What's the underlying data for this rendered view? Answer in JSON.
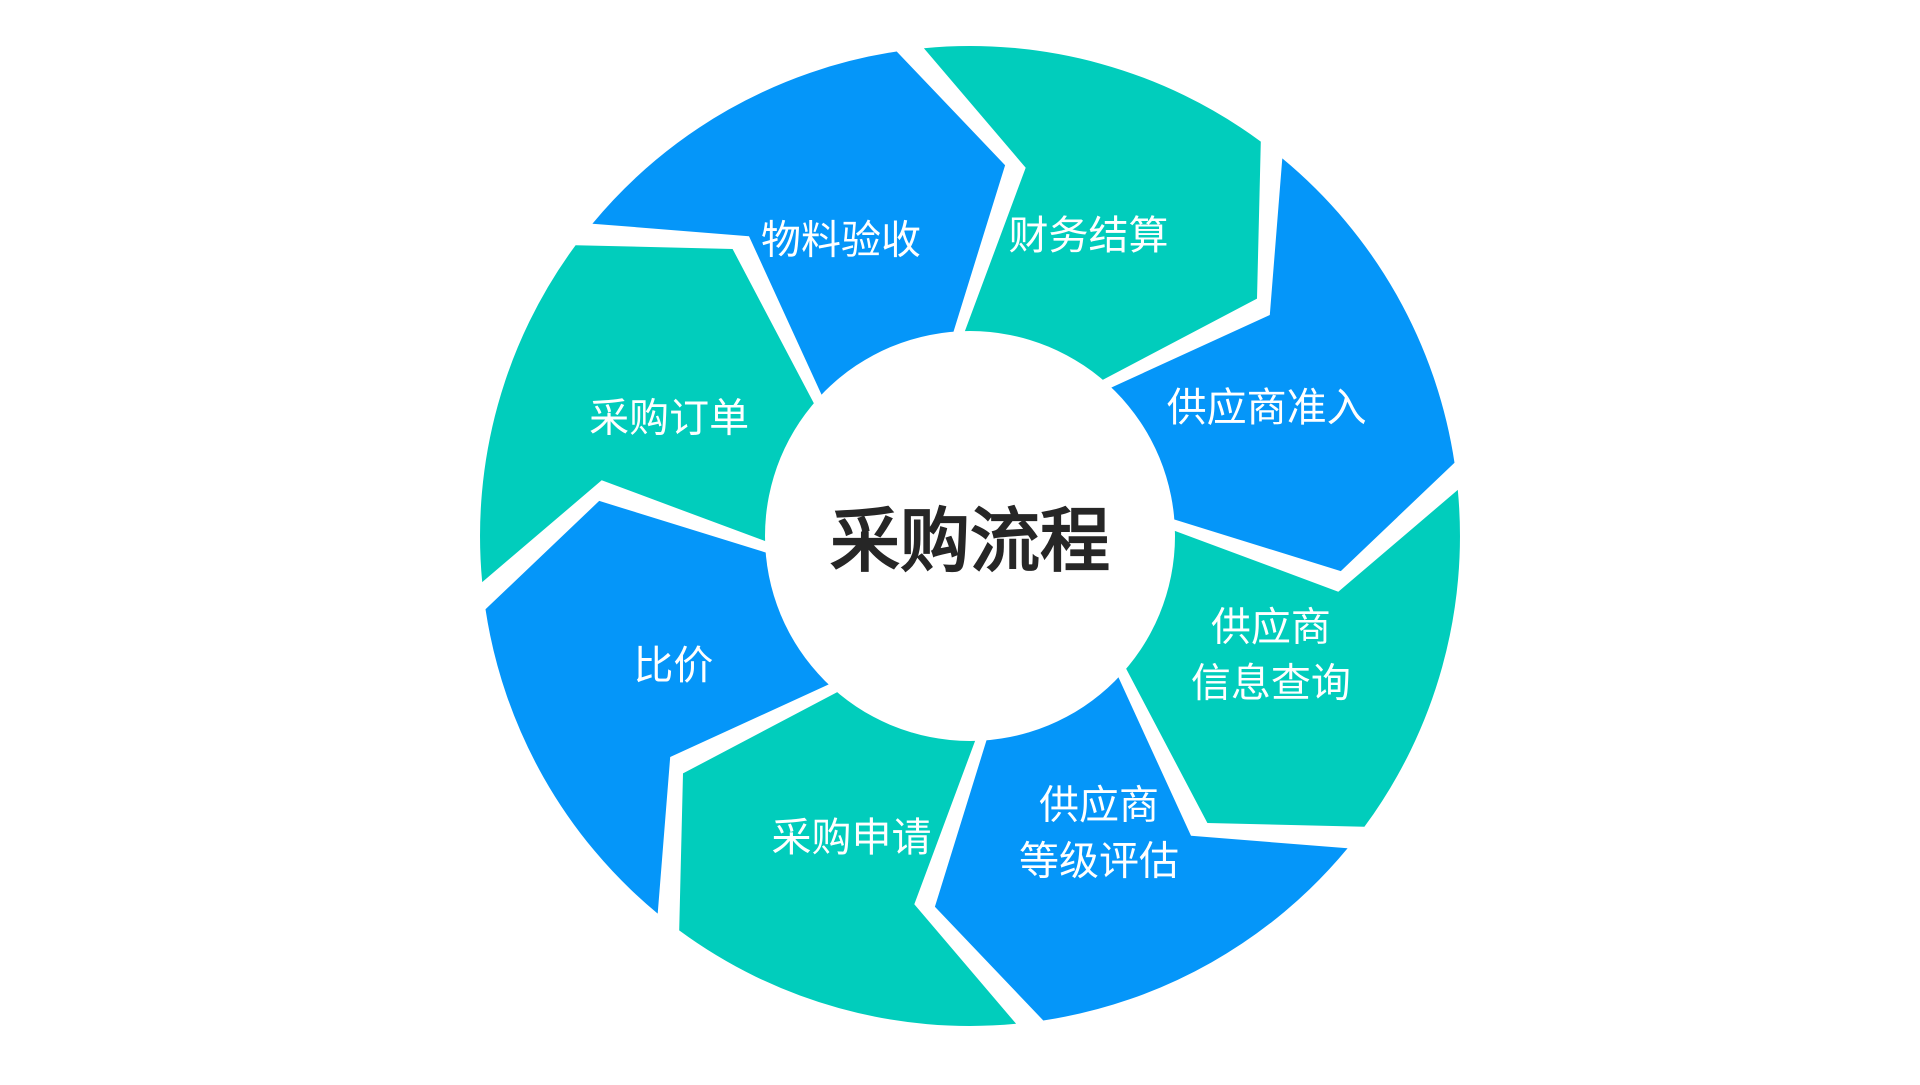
{
  "diagram": {
    "title": "采购流程",
    "colors": {
      "blue": "#0596F9",
      "teal": "#01CDBC",
      "hub": "#ffffff",
      "title_text": "#262626",
      "label_text": "#ffffff"
    },
    "steps": [
      {
        "lines": [
          "供应商准入"
        ],
        "color": "blue"
      },
      {
        "lines": [
          "供应商",
          "信息查询"
        ],
        "color": "teal"
      },
      {
        "lines": [
          "供应商",
          "等级评估"
        ],
        "color": "blue"
      },
      {
        "lines": [
          "采购申请"
        ],
        "color": "teal"
      },
      {
        "lines": [
          "比价"
        ],
        "color": "blue"
      },
      {
        "lines": [
          "采购订单"
        ],
        "color": "teal"
      },
      {
        "lines": [
          "物料验收"
        ],
        "color": "blue"
      },
      {
        "lines": [
          "财务结算"
        ],
        "color": "teal"
      }
    ]
  }
}
